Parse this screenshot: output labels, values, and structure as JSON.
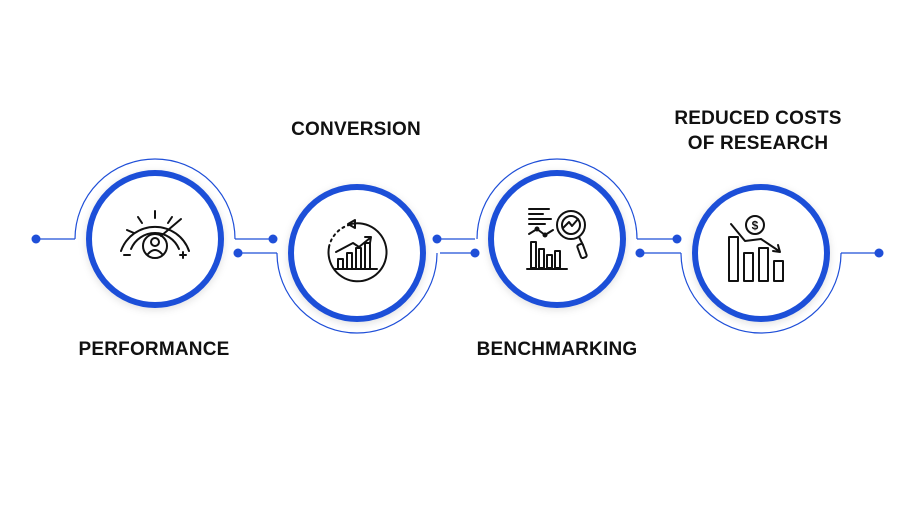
{
  "accent_color": "#1f4fd8",
  "steps": [
    {
      "label": [
        "PERFORMANCE"
      ],
      "icon": "speedometer-user-icon",
      "label_position": "below"
    },
    {
      "label": [
        "CONVERSION"
      ],
      "icon": "growth-chart-icon",
      "label_position": "above"
    },
    {
      "label": [
        "BENCHMARKING"
      ],
      "icon": "analytics-magnifier-icon",
      "label_position": "below"
    },
    {
      "label": [
        "REDUCED COSTS",
        "OF RESEARCH"
      ],
      "icon": "cost-reduction-chart-icon",
      "label_position": "above"
    }
  ]
}
